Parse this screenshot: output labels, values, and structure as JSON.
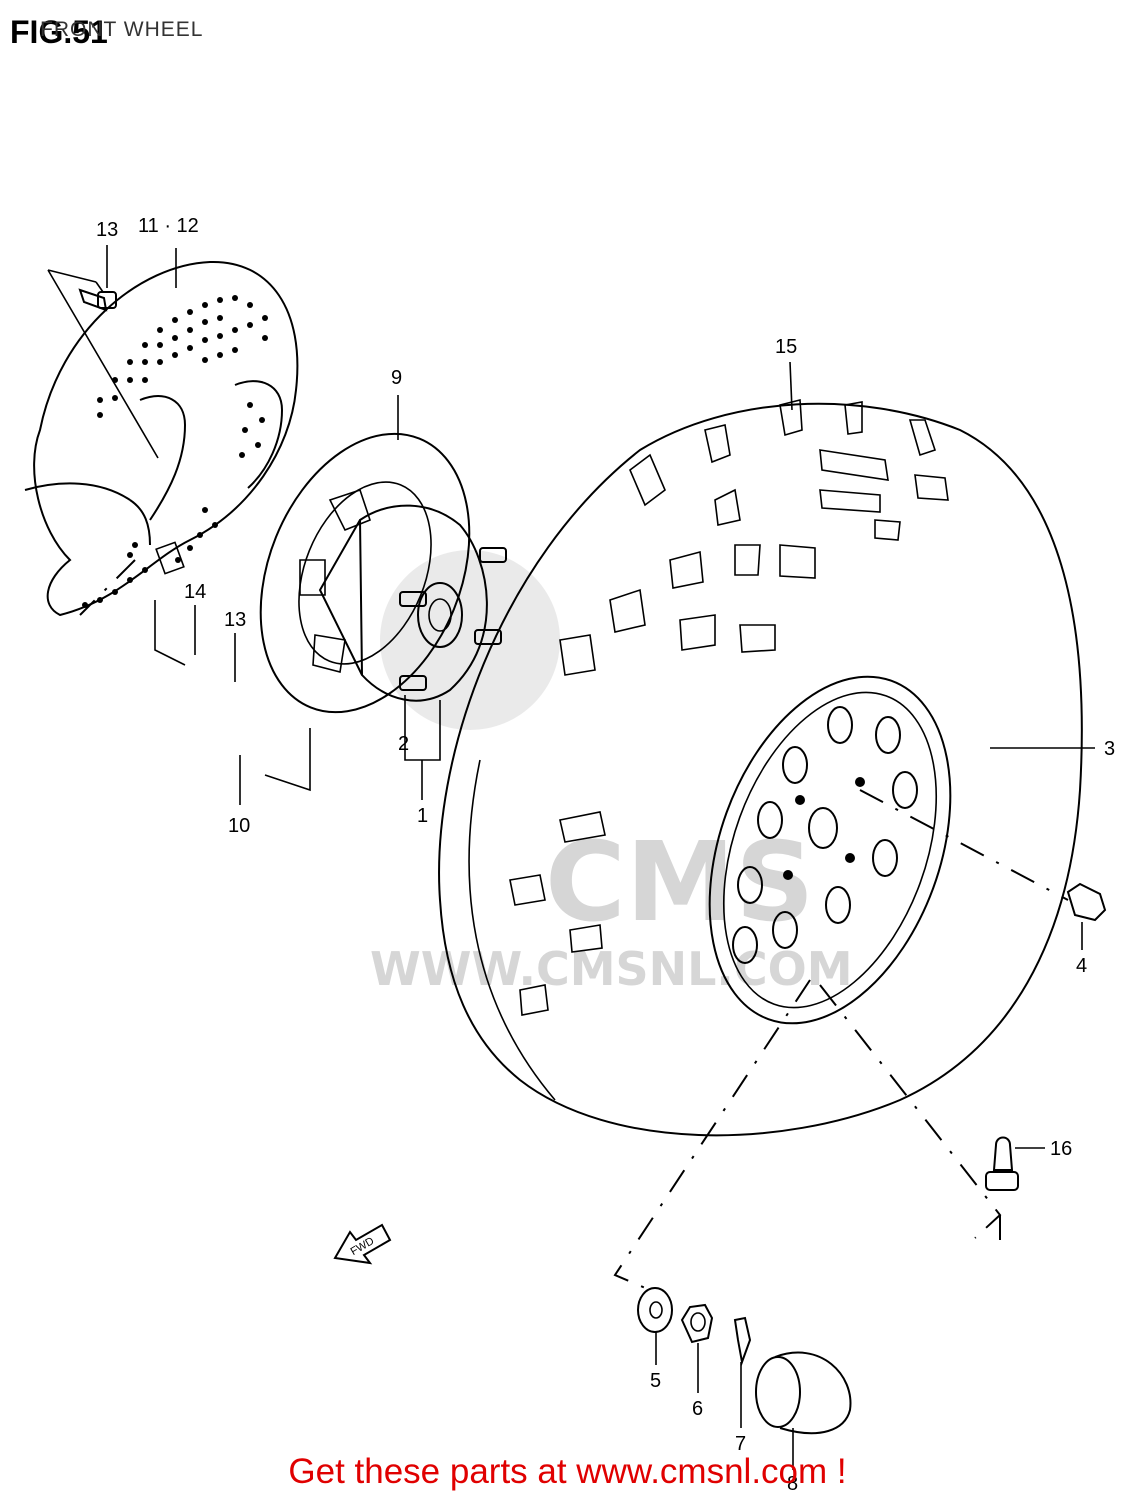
{
  "header": {
    "figure_number": "FIG.51",
    "figure_title": "FRONT WHEEL"
  },
  "watermark": {
    "brand": "CMS",
    "url": "WWW.CMSNL.COM"
  },
  "fwd_marker": "FWD",
  "callouts": [
    "13",
    "11 · 12",
    "9",
    "15",
    "14",
    "13",
    "2",
    "1",
    "10",
    "3",
    "4",
    "16",
    "5",
    "6",
    "7",
    "8"
  ],
  "footer": {
    "text": "Get these parts at www.cmsnl.com !",
    "color": "#e00000"
  }
}
